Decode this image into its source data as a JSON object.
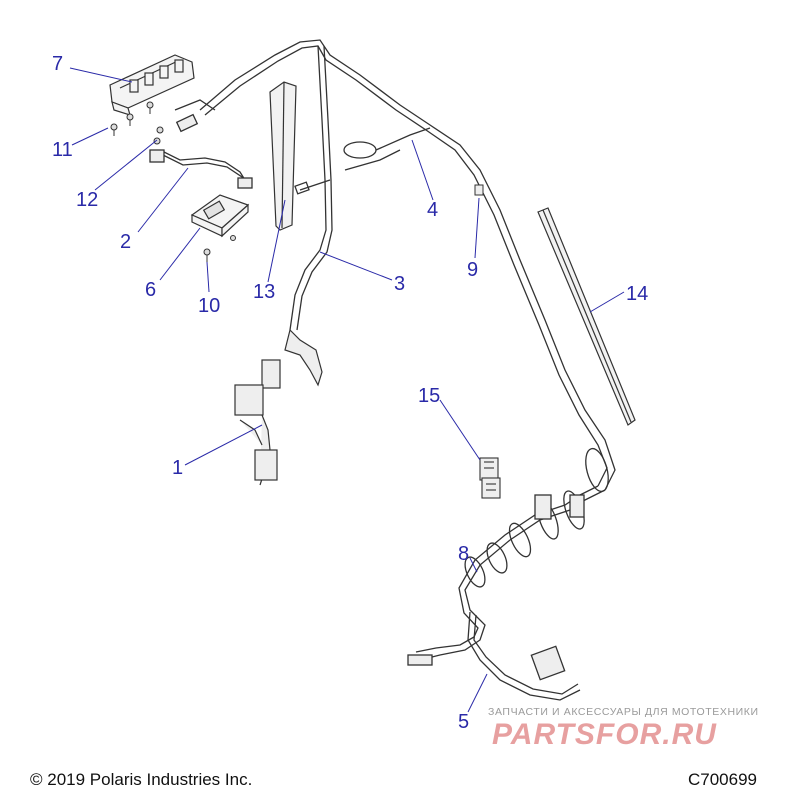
{
  "diagram": {
    "callouts": [
      {
        "id": "1",
        "label": "1"
      },
      {
        "id": "2",
        "label": "2"
      },
      {
        "id": "3",
        "label": "3"
      },
      {
        "id": "4",
        "label": "4"
      },
      {
        "id": "5",
        "label": "5"
      },
      {
        "id": "6",
        "label": "6"
      },
      {
        "id": "7",
        "label": "7"
      },
      {
        "id": "8",
        "label": "8"
      },
      {
        "id": "9",
        "label": "9"
      },
      {
        "id": "10",
        "label": "10"
      },
      {
        "id": "11",
        "label": "11"
      },
      {
        "id": "12",
        "label": "12"
      },
      {
        "id": "13",
        "label": "13"
      },
      {
        "id": "14",
        "label": "14"
      },
      {
        "id": "15",
        "label": "15"
      }
    ],
    "colors": {
      "callout": "#2a2aa8",
      "line": "#2a2aa8",
      "part": "#333333",
      "watermark_logo": "#e7a0a0"
    }
  },
  "footer": {
    "copyright": "© 2019 Polaris Industries Inc.",
    "drawing_number": "C700699"
  },
  "watermark": {
    "tagline": "ЗАПЧАСТИ И АКСЕССУАРЫ ДЛЯ МОТОТЕХНИКИ",
    "logo": "PARTSFOR.RU"
  }
}
